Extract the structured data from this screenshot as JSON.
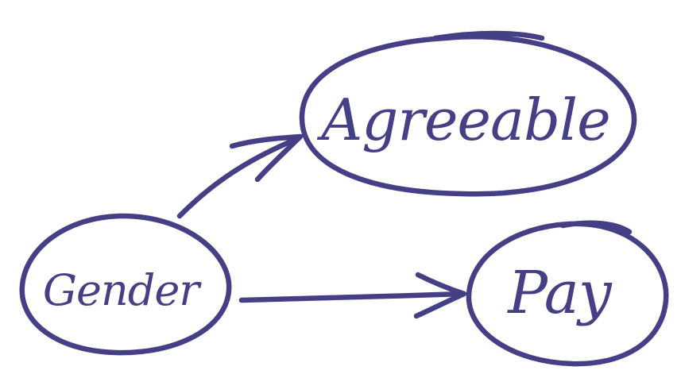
{
  "diagram": {
    "stroke_color": "#453f86",
    "nodes": {
      "gender": {
        "label": "Gender"
      },
      "agreeable": {
        "label": "Agreeable"
      },
      "pay": {
        "label": "Pay"
      }
    },
    "edges": [
      {
        "from": "Gender",
        "to": "Agreeable"
      },
      {
        "from": "Gender",
        "to": "Pay"
      }
    ]
  }
}
